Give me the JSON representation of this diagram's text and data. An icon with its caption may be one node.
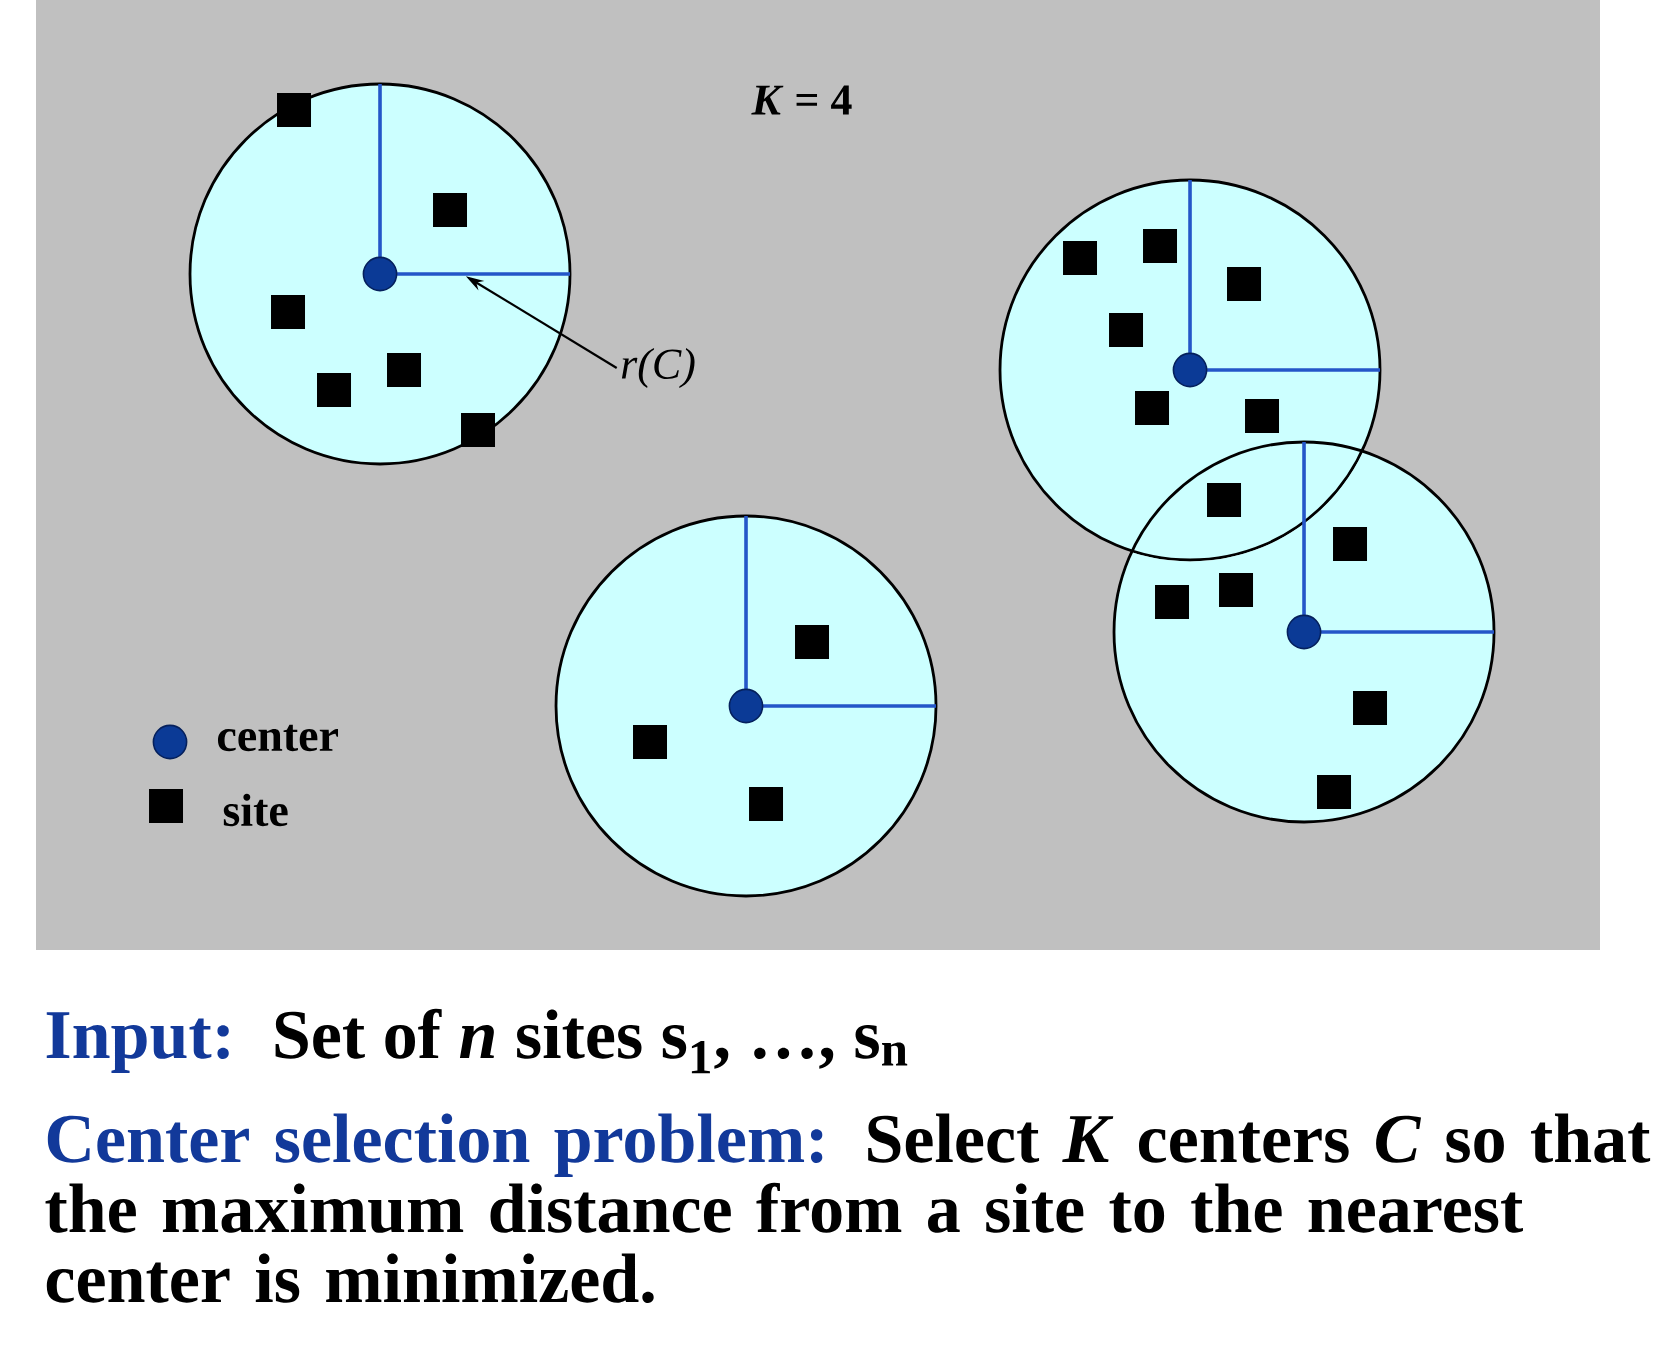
{
  "diagram": {
    "nodes": [
      {
        "text": [],
        "shape": "line"
      },
      {
        "text": [
          "r(C)"
        ]
      }
    ],
    "edges": [
      {
        "from": 1,
        "to": 0,
        "arrow": "to"
      }
    ],
    "labels": [
      "*K* = 4",
      "Input:",
      "Set of *n* sites s$_{1}$, …, s$_{n}$",
      "Center selection problem:",
      "Select *K* centers *C* so that the maximum distance from a site to the nearest center is minimized."
    ],
    "legend": [
      {
        "text": "center"
      },
      {
        "text": "site"
      }
    ]
  }
}
